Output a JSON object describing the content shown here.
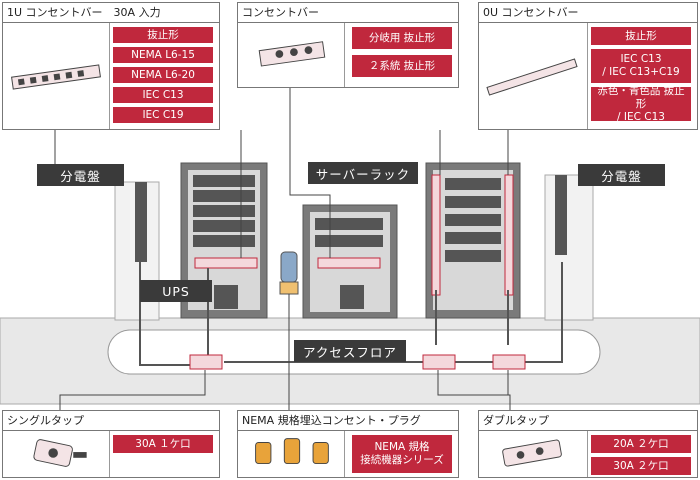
{
  "panels": {
    "p1u": {
      "title": "1U コンセントバー　30A 入力",
      "tags": [
        "抜止形",
        "NEMA L6-15",
        "NEMA L6-20",
        "IEC C13",
        "IEC C19"
      ]
    },
    "pconc": {
      "title": "コンセントバー",
      "tags": [
        "分岐用 抜止形",
        "２系統 抜止形"
      ]
    },
    "pou": {
      "title": "0U コンセントバー",
      "tags": [
        "抜止形",
        "IEC C13\n/ IEC C13+C19",
        "赤色・青色品 抜止形\n/ IEC C13"
      ]
    },
    "psingle": {
      "title": "シングルタップ",
      "tags": [
        "30A １ケ口"
      ]
    },
    "pnema": {
      "title": "NEMA 規格埋込コンセント・プラグ",
      "tags": [
        "NEMA 規格\n接続機器シリーズ"
      ]
    },
    "pdouble": {
      "title": "ダブルタップ",
      "tags": [
        "20A ２ケ口",
        "30A ２ケ口"
      ]
    }
  },
  "labels": {
    "panel_left": "分電盤",
    "panel_right": "分電盤",
    "server_rack": "サーバーラック",
    "ups": "UPS",
    "access_floor": "アクセスフロア"
  },
  "colors": {
    "accent": "#c0283d",
    "label_bg": "#3a3a3a",
    "floor": "#e6e6e6",
    "rack": "#6a6a6a"
  }
}
